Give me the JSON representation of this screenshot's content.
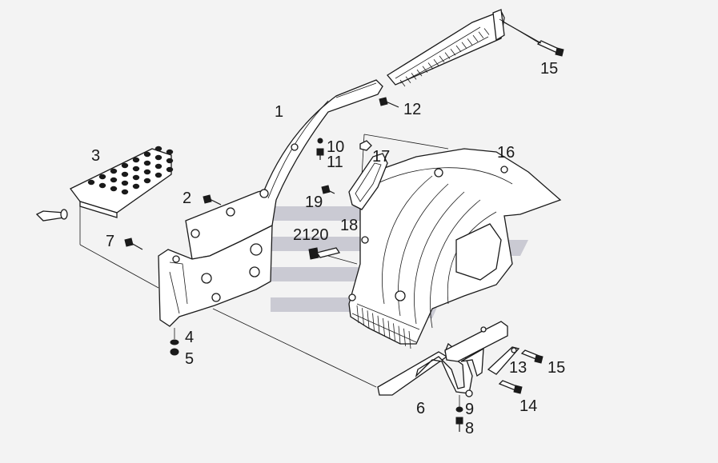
{
  "diagram": {
    "labels": {
      "p1": "1",
      "p2": "2",
      "p3": "3",
      "p4": "4",
      "p5": "5",
      "p6": "6",
      "p7": "7",
      "p8": "8",
      "p9": "9",
      "p10": "10",
      "p11": "11",
      "p12": "12",
      "p13": "13",
      "p14": "14",
      "p15a": "15",
      "p15b": "15",
      "p16": "16",
      "p17": "17",
      "p18": "18",
      "p19": "19",
      "p2120": "2120"
    }
  }
}
